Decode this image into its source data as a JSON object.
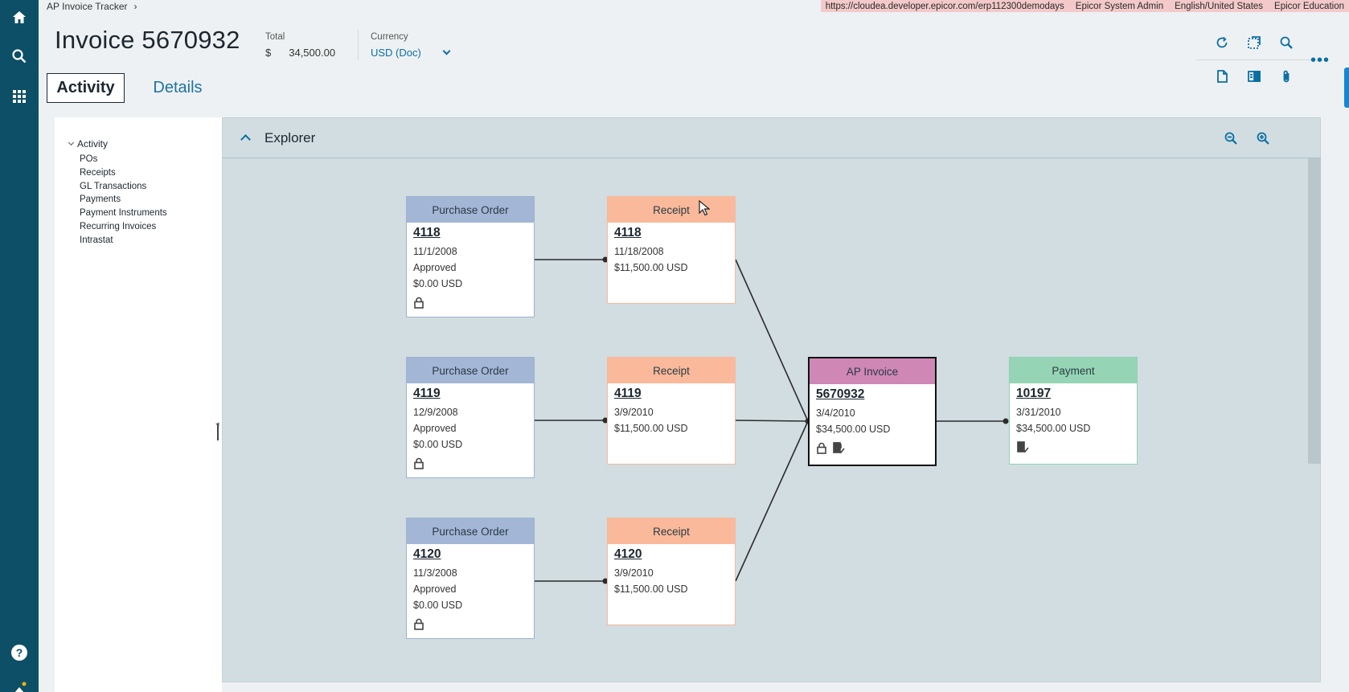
{
  "breadcrumb": {
    "app": "AP Invoice Tracker",
    "sep": "›"
  },
  "env": {
    "url": "https://cloudea.developer.epicor.com/erp112300demodays",
    "user": "Epicor System Admin",
    "locale": "English/United States",
    "company": "Epicor Education"
  },
  "header": {
    "title": "Invoice 5670932",
    "total_label": "Total",
    "total_currency_symbol": "$",
    "total_value": "34,500.00",
    "currency_label": "Currency",
    "currency_value": "USD (Doc)"
  },
  "tabs": [
    {
      "label": "Activity",
      "active": true
    },
    {
      "label": "Details",
      "active": false
    }
  ],
  "tree": {
    "root": "Activity",
    "items": [
      "POs",
      "Receipts",
      "GL Transactions",
      "Payments",
      "Payment Instruments",
      "Recurring Invoices",
      "Intrastat"
    ]
  },
  "explorer": {
    "title": "Explorer",
    "nodes": {
      "po1": {
        "type": "Purchase Order",
        "id": "4118",
        "date": "11/1/2008",
        "status": "Approved",
        "amount": "$0.00 USD"
      },
      "po2": {
        "type": "Purchase Order",
        "id": "4119",
        "date": "12/9/2008",
        "status": "Approved",
        "amount": "$0.00 USD"
      },
      "po3": {
        "type": "Purchase Order",
        "id": "4120",
        "date": "11/3/2008",
        "status": "Approved",
        "amount": "$0.00 USD"
      },
      "rc1": {
        "type": "Receipt",
        "id": "4118",
        "date": "11/18/2008",
        "amount": "$11,500.00 USD"
      },
      "rc2": {
        "type": "Receipt",
        "id": "4119",
        "date": "3/9/2010",
        "amount": "$11,500.00 USD"
      },
      "rc3": {
        "type": "Receipt",
        "id": "4120",
        "date": "3/9/2010",
        "amount": "$11,500.00 USD"
      },
      "ap": {
        "type": "AP Invoice",
        "id": "5670932",
        "date": "3/4/2010",
        "amount": "$34,500.00 USD"
      },
      "pay": {
        "type": "Payment",
        "id": "10197",
        "date": "3/31/2010",
        "amount": "$34,500.00 USD"
      }
    }
  },
  "icons": {
    "rail": [
      "home-icon",
      "search-icon",
      "apps-grid-icon",
      "help-icon",
      "notifications-icon"
    ],
    "toolbar": [
      "refresh-icon",
      "selection-icon",
      "search-icon",
      "new-page-icon",
      "panel-icon",
      "attachment-icon",
      "more-icon"
    ],
    "explorer": [
      "zoom-out-icon",
      "zoom-in-icon"
    ]
  },
  "colors": {
    "rail": "#0c4f66",
    "accent": "#0a6fa5",
    "po_header": "#a3b6d6",
    "receipt_header": "#f9b99a",
    "ap_header": "#cf87b6",
    "payment_header": "#95d5b5",
    "env_bar": "#f3c9c9"
  }
}
